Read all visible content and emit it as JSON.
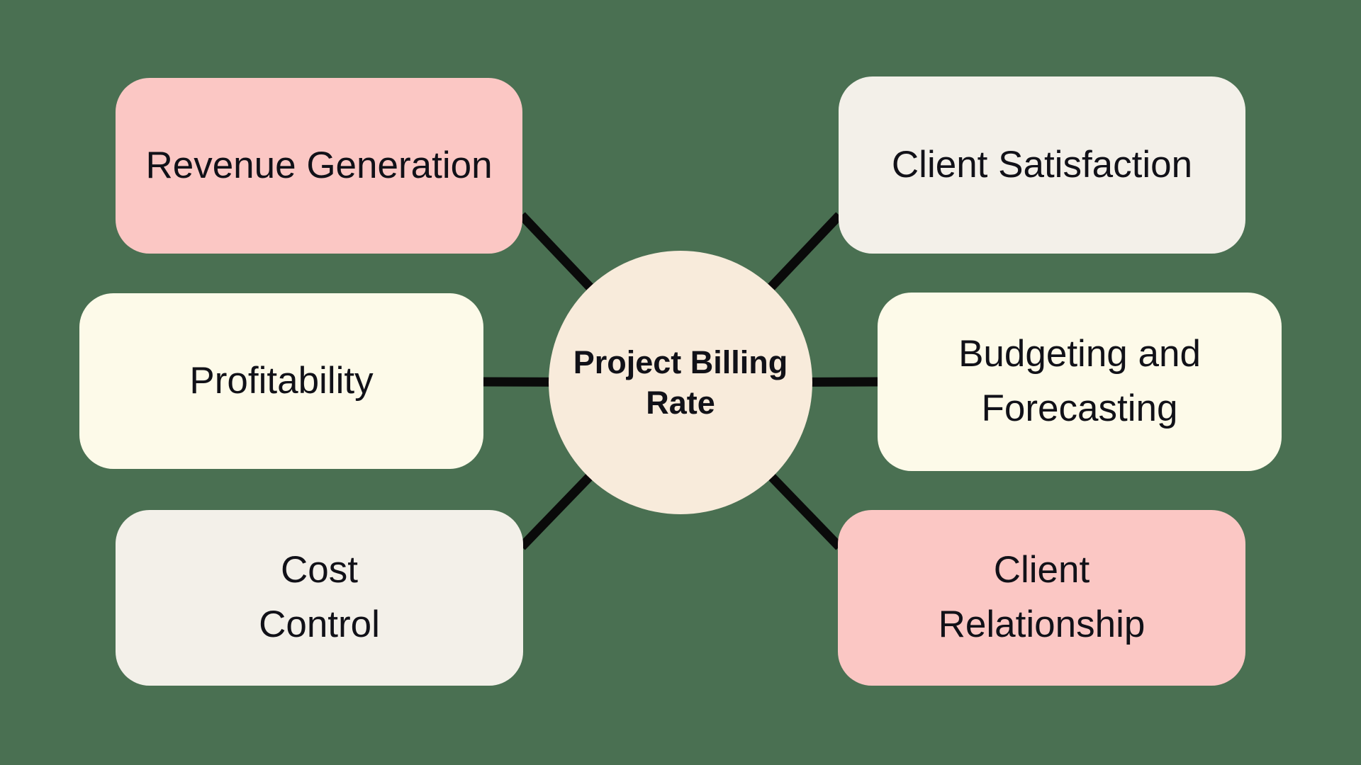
{
  "background_color": "#4a7052",
  "connector": {
    "color": "#0a0a0a"
  },
  "text_color": "#111118",
  "palette": {
    "pink": "#fbc7c4",
    "ivory": "#fdfae9",
    "offwhite": "#f3f0e9",
    "peach": "#f8ebdb"
  },
  "center": {
    "id": "project-billing-rate",
    "lines": [
      "Project Billing",
      "Rate"
    ],
    "fill": "#f8ebdb"
  },
  "nodes": [
    {
      "id": "revenue-generation",
      "lines": [
        "Revenue Generation"
      ],
      "fill": "#fbc7c4"
    },
    {
      "id": "profitability",
      "lines": [
        "Profitability"
      ],
      "fill": "#fdfae9"
    },
    {
      "id": "cost-control",
      "lines": [
        "Cost",
        "Control"
      ],
      "fill": "#f3f0e9"
    },
    {
      "id": "client-satisfaction",
      "lines": [
        "Client Satisfaction"
      ],
      "fill": "#f3f0e9"
    },
    {
      "id": "budgeting-and-forecasting",
      "lines": [
        "Budgeting and",
        "Forecasting"
      ],
      "fill": "#fdfae9"
    },
    {
      "id": "client-relationship",
      "lines": [
        "Client",
        "Relationship"
      ],
      "fill": "#fbc7c4"
    }
  ]
}
